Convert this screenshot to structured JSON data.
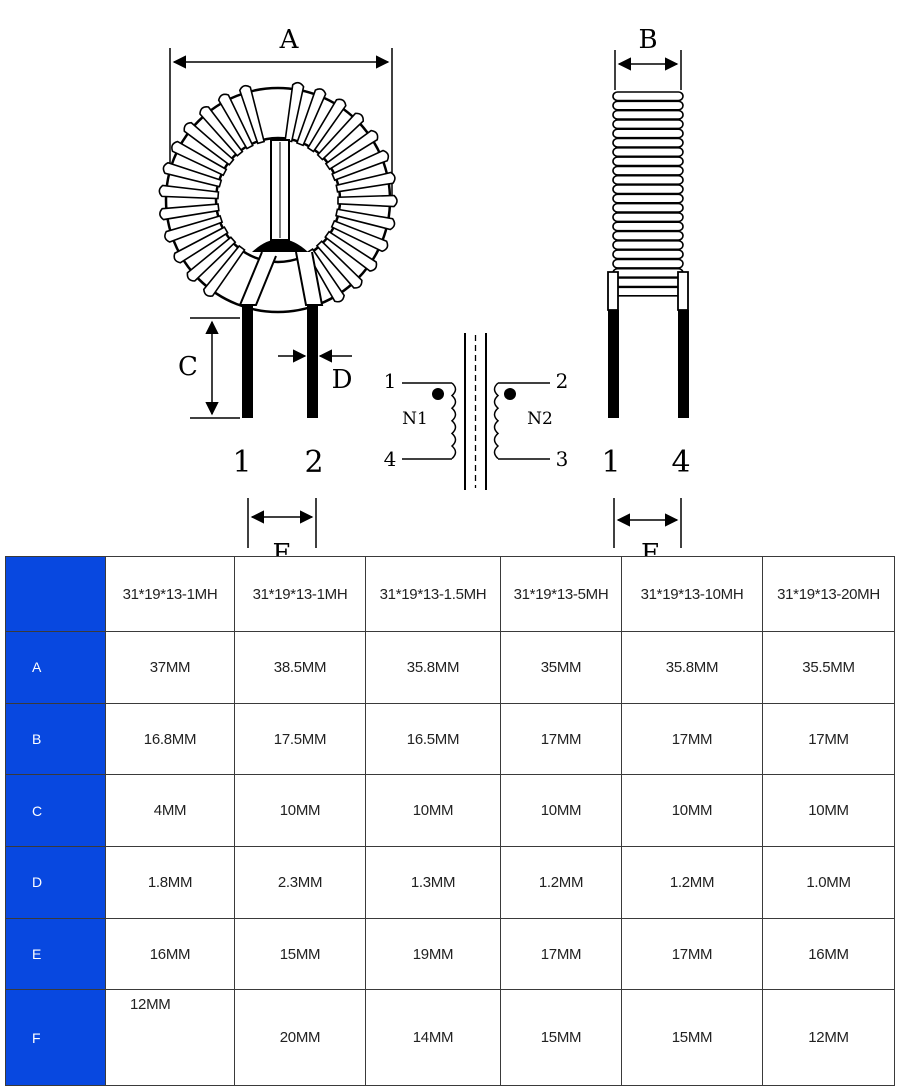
{
  "drawing": {
    "dimension_labels": {
      "a": "A",
      "b": "B",
      "c": "C",
      "d": "D",
      "e": "E",
      "f": "F"
    },
    "front_pins": [
      "1",
      "2"
    ],
    "side_pins": [
      "1",
      "4"
    ],
    "schematic": {
      "pins": {
        "p1": "1",
        "p2": "2",
        "p3": "3",
        "p4": "4"
      },
      "windings": {
        "left": "N1",
        "right": "N2"
      }
    }
  },
  "table": {
    "columns": [
      "31*19*13-1MH",
      "31*19*13-1MH",
      "31*19*13-1.5MH",
      "31*19*13-5MH",
      "31*19*13-10MH",
      "31*19*13-20MH"
    ],
    "rows": [
      {
        "label": "A",
        "values": [
          "37MM",
          "38.5MM",
          "35.8MM",
          "35MM",
          "35.8MM",
          "35.5MM"
        ]
      },
      {
        "label": "B",
        "values": [
          "16.8MM",
          "17.5MM",
          "16.5MM",
          "17MM",
          "17MM",
          "17MM"
        ]
      },
      {
        "label": "C",
        "values": [
          "4MM",
          "10MM",
          "10MM",
          "10MM",
          "10MM",
          "10MM"
        ]
      },
      {
        "label": "D",
        "values": [
          "1.8MM",
          "2.3MM",
          "1.3MM",
          "1.2MM",
          "1.2MM",
          "1.0MM"
        ]
      },
      {
        "label": "E",
        "values": [
          "16MM",
          "15MM",
          "19MM",
          "17MM",
          "17MM",
          "16MM"
        ]
      },
      {
        "label": "F",
        "values": [
          "12MM",
          "20MM",
          "14MM",
          "15MM",
          "15MM",
          "12MM"
        ]
      }
    ],
    "header_bg": "#0848e0"
  }
}
